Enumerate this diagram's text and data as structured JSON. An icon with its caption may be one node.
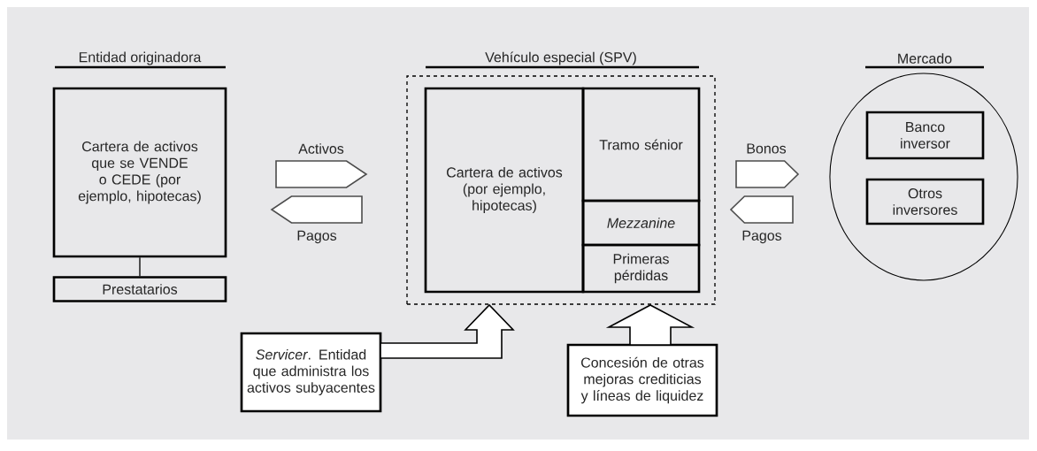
{
  "diagram": {
    "nodes": [
      {
        "text": [
          "Entidad originadora",
          "Cartera de activos que se VENDE o CEDE (por ejemplo, hipotecas)"
        ]
      },
      {
        "text": [
          "Prestatarios"
        ]
      },
      {
        "text": [
          "Vehículo especial (SPV)"
        ]
      },
      {
        "text": [
          "Cartera de activos (por ejemplo, hipotecas)"
        ],
        "in": 2
      },
      {
        "text": [
          "Tramo sénior"
        ],
        "in": 2
      },
      {
        "text": [
          "Mezzanine"
        ],
        "in": 2
      },
      {
        "text": [
          "Primeras pérdidas"
        ],
        "in": 2
      },
      {
        "text": [
          "Mercado"
        ]
      },
      {
        "text": [
          "Banco inversor"
        ],
        "in": 7
      },
      {
        "text": [
          "Otros inversores"
        ],
        "in": 7
      },
      {
        "text": [
          "*Servicer*. Entidad que administra los activos subyacentes"
        ]
      },
      {
        "text": [
          "Concesión de otras mejoras crediticias y líneas de liquidez"
        ]
      }
    ],
    "edges": [
      {
        "from": 0,
        "to": 1,
        "arrow": "none"
      },
      {
        "from": 0,
        "to": 2,
        "arrow": "to",
        "label": "Activos"
      },
      {
        "from": 2,
        "to": 0,
        "arrow": "to",
        "label": "Pagos"
      },
      {
        "from": 2,
        "to": 7,
        "arrow": "to",
        "label": "Bonos"
      },
      {
        "from": 7,
        "to": 2,
        "arrow": "to",
        "label": "Pagos"
      },
      {
        "from": 10,
        "to": 2,
        "arrow": "to"
      },
      {
        "from": 11,
        "to": 2,
        "arrow": "to"
      }
    ]
  }
}
